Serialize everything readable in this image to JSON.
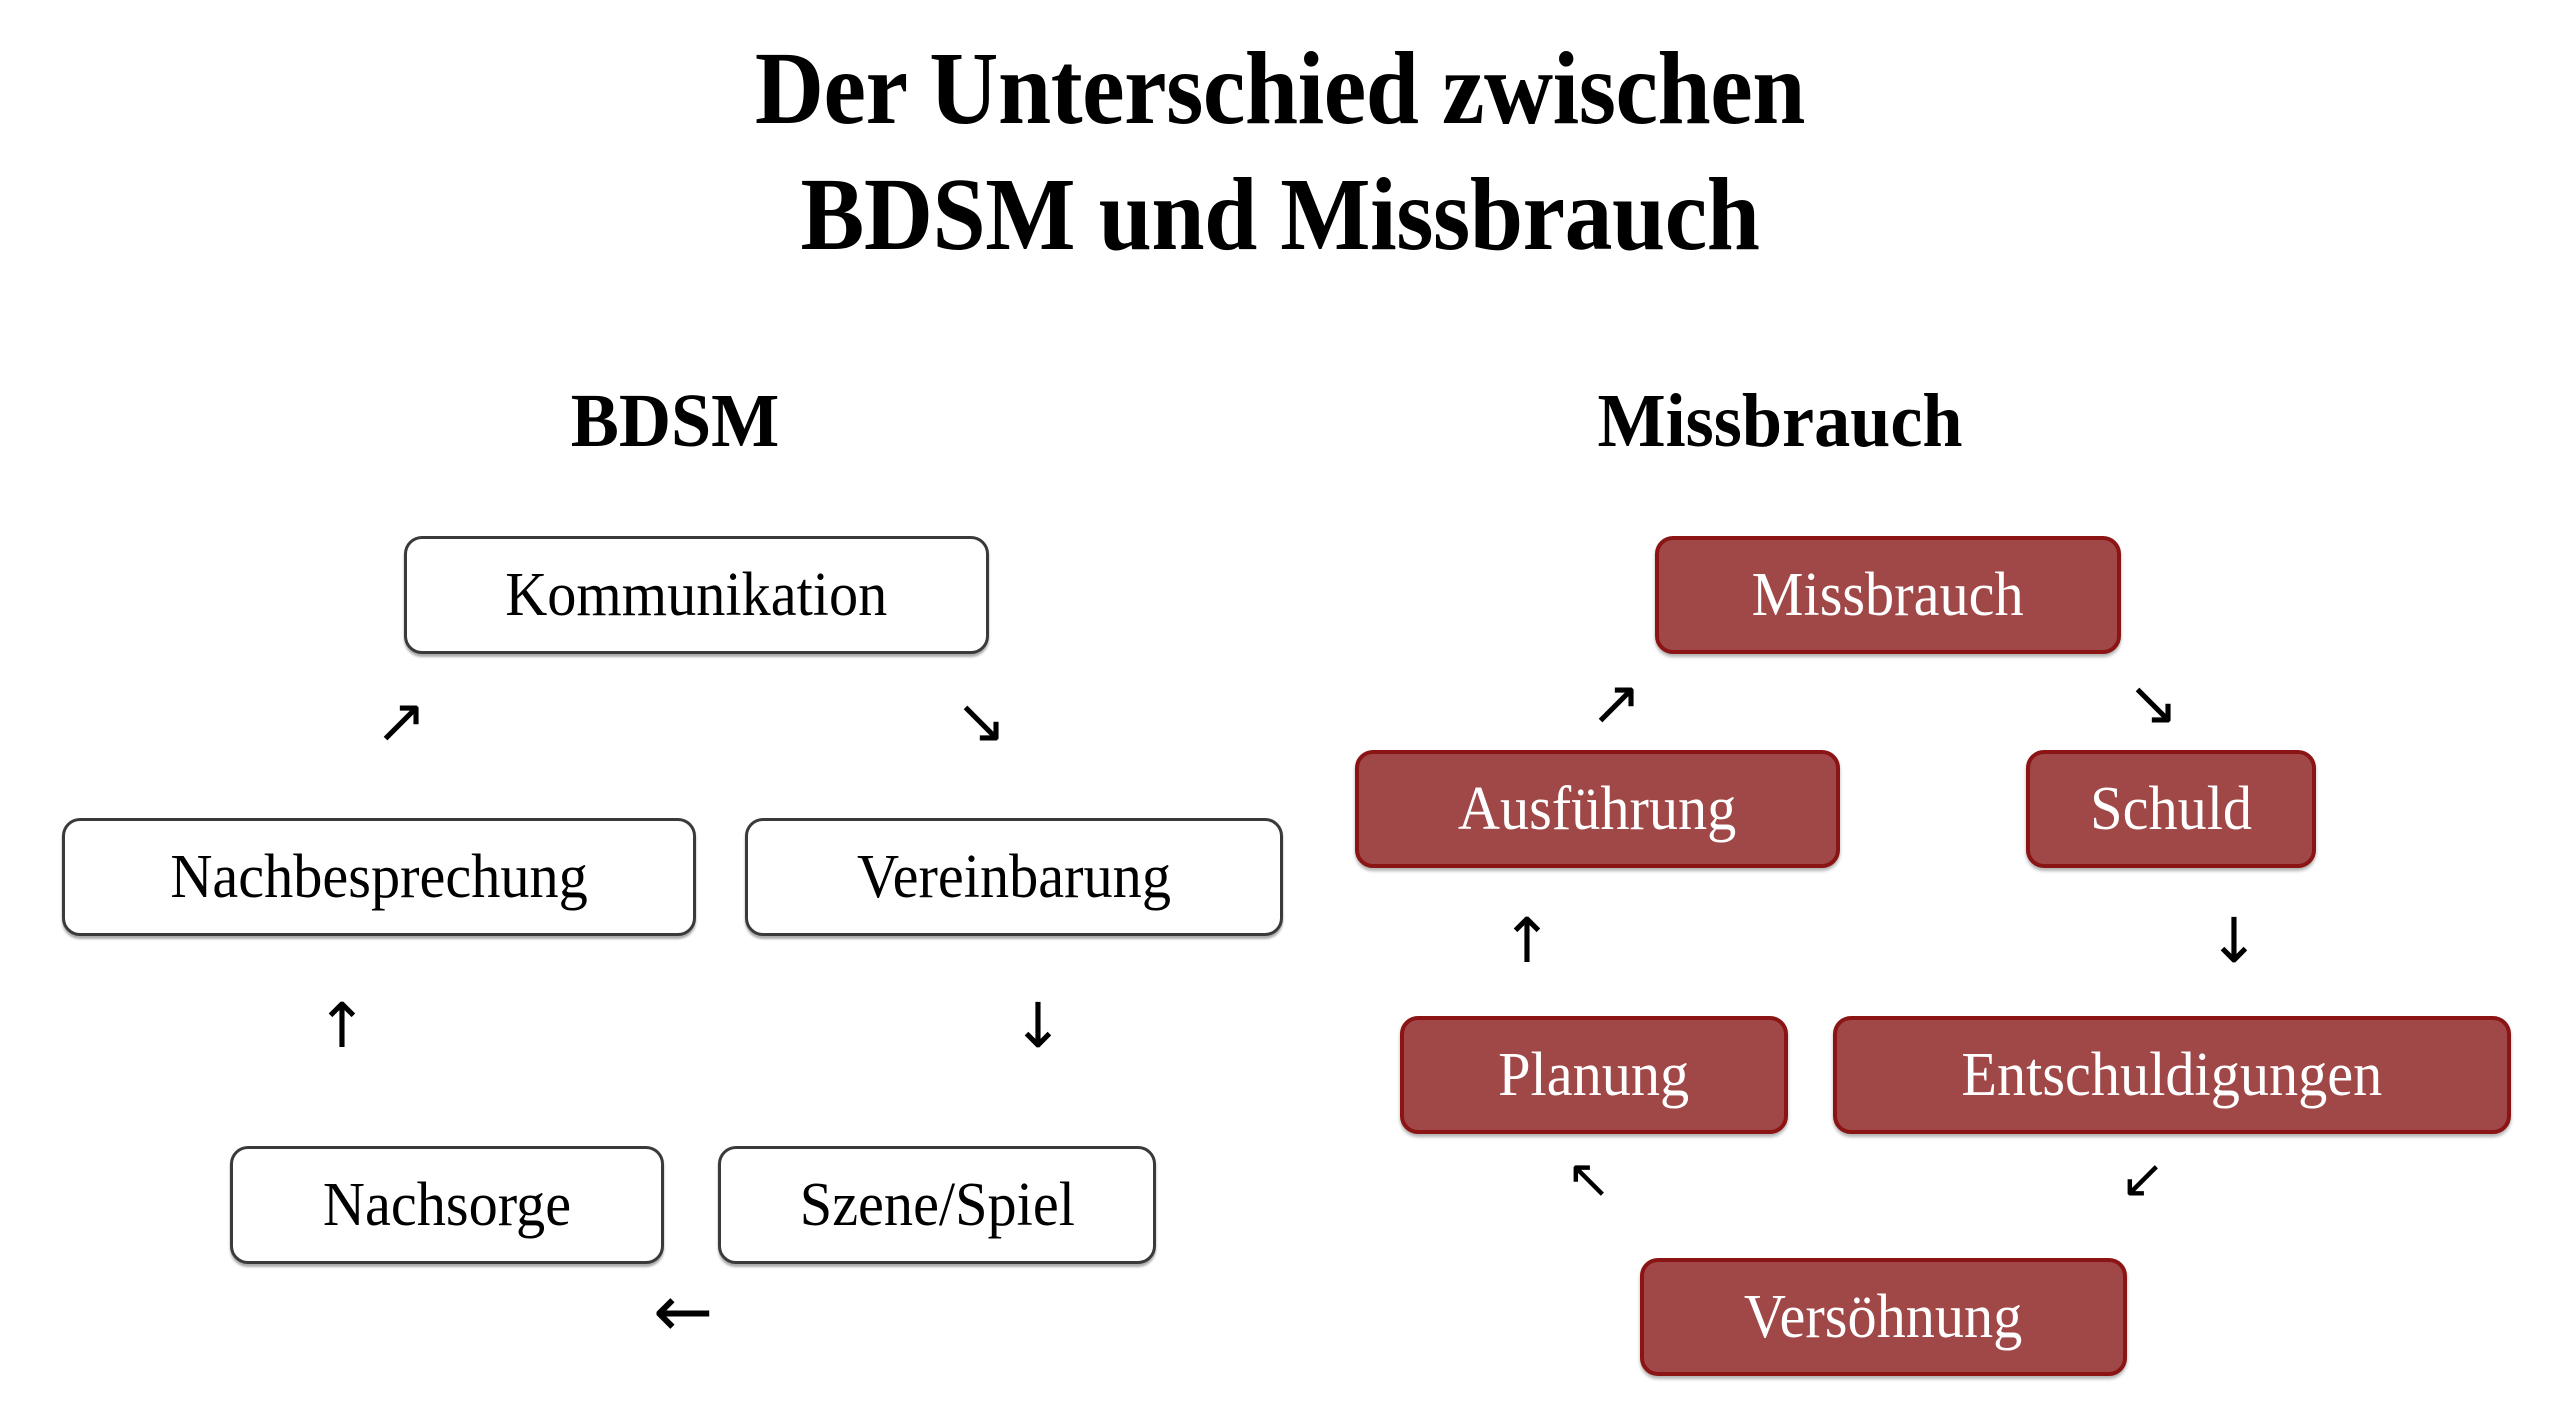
{
  "page": {
    "background_color": "#ffffff",
    "text_color": "#000000"
  },
  "title": {
    "line1": "Der Unterschied zwischen",
    "line2": "BDSM und Missbrauch"
  },
  "columns": {
    "left": {
      "heading": "BDSM",
      "style": "light",
      "box_fill": "#ffffff",
      "box_border": "#3a3a3a",
      "box_text_color": "#000000",
      "nodes": [
        {
          "id": "kommunikation",
          "label": "Kommunikation"
        },
        {
          "id": "nachbesprechung",
          "label": "Nachbesprechung"
        },
        {
          "id": "vereinbarung",
          "label": "Vereinbarung"
        },
        {
          "id": "nachsorge",
          "label": "Nachsorge"
        },
        {
          "id": "szene-spiel",
          "label": "Szene/Spiel"
        }
      ],
      "arrows": [
        {
          "id": "left-arrow-ne",
          "glyph": "↗",
          "direction": "north-east",
          "from": "nachbesprechung",
          "to": "kommunikation"
        },
        {
          "id": "left-arrow-se",
          "glyph": "↘",
          "direction": "south-east",
          "from": "kommunikation",
          "to": "vereinbarung"
        },
        {
          "id": "left-arrow-up",
          "glyph": "↑",
          "direction": "up",
          "from": "nachsorge",
          "to": "nachbesprechung"
        },
        {
          "id": "left-arrow-dn",
          "glyph": "↓",
          "direction": "down",
          "from": "vereinbarung",
          "to": "szene-spiel"
        },
        {
          "id": "left-arrow-lt",
          "glyph": "←",
          "direction": "left",
          "from": "szene-spiel",
          "to": "nachsorge"
        }
      ]
    },
    "right": {
      "heading": "Missbrauch",
      "style": "dark",
      "box_fill": "#a04747",
      "box_border": "#8b1515",
      "box_text_color": "#ffffff",
      "nodes": [
        {
          "id": "missbrauch",
          "label": "Missbrauch"
        },
        {
          "id": "ausfuehrung",
          "label": "Ausführung"
        },
        {
          "id": "schuld",
          "label": "Schuld"
        },
        {
          "id": "planung",
          "label": "Planung"
        },
        {
          "id": "entschuldigungen",
          "label": "Entschuldigungen"
        },
        {
          "id": "versoehnung",
          "label": "Versöhnung"
        }
      ],
      "arrows": [
        {
          "id": "right-arrow-ne",
          "glyph": "↗",
          "direction": "north-east",
          "from": "ausfuehrung",
          "to": "missbrauch"
        },
        {
          "id": "right-arrow-se",
          "glyph": "↘",
          "direction": "south-east",
          "from": "missbrauch",
          "to": "schuld"
        },
        {
          "id": "right-arrow-up",
          "glyph": "↑",
          "direction": "up",
          "from": "planung",
          "to": "ausfuehrung"
        },
        {
          "id": "right-arrow-dn",
          "glyph": "↓",
          "direction": "down",
          "from": "schuld",
          "to": "entschuldigungen"
        },
        {
          "id": "right-arrow-nw",
          "glyph": "↖",
          "direction": "north-west",
          "from": "versoehnung",
          "to": "planung"
        },
        {
          "id": "right-arrow-sw",
          "glyph": "↙",
          "direction": "south-west",
          "from": "entschuldigungen",
          "to": "versoehnung"
        }
      ]
    }
  }
}
